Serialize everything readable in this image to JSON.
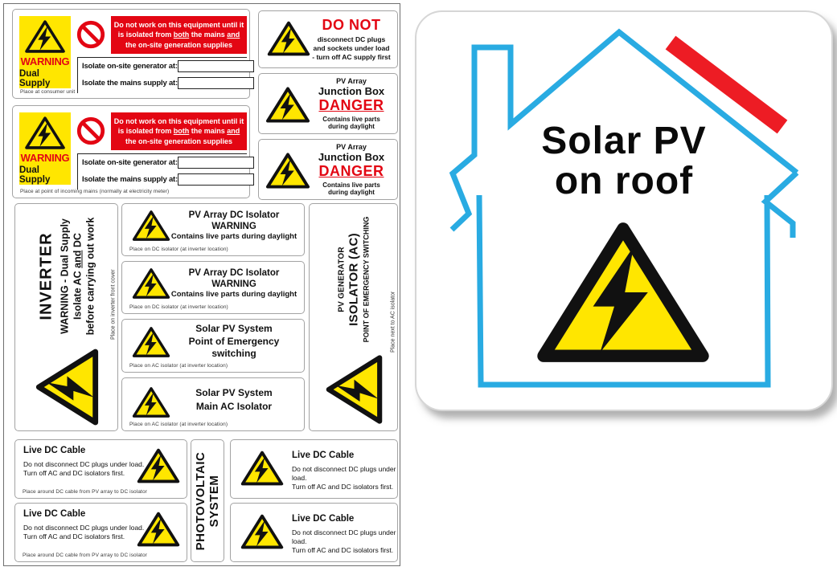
{
  "colors": {
    "red": "#e30613",
    "stripe_red": "#ed1c24",
    "yellow": "#ffe600",
    "blue": "#29abe2",
    "black": "#111111"
  },
  "icons": {
    "hazard": "hazard-triangle",
    "prohibition": "no-entry"
  },
  "sheet": {
    "dual_supply": {
      "warning": "WARNING",
      "title": "Dual Supply",
      "notice": {
        "pre": "Do not work on this equipment until it is isolated from ",
        "u1": "both",
        "mid": " the mains ",
        "u2": "and",
        "post": " the on-site generation supplies"
      },
      "row1": "Isolate on-site generator at:",
      "row2": "Isolate the mains supply at:",
      "place1": "Place at consumer unit",
      "place2": "Place at point of incoming mains (normally at electricity meter)"
    },
    "do_not": {
      "title": "DO NOT",
      "line1": "disconnect DC plugs",
      "line2": "and sockets under load",
      "line3": "- turn off AC supply first"
    },
    "junction": {
      "line1": "PV Array",
      "line2": "Junction Box",
      "danger": "DANGER",
      "line3": "Contains live parts",
      "line4": "during daylight"
    },
    "inverter": {
      "title": "INVERTER",
      "line1": "WARNING - Dual Supply",
      "line2_pre": "Isolate AC ",
      "line2_u": "and",
      "line2_post": " DC",
      "line3": "before carrying out work",
      "place": "Place on inverter front cover"
    },
    "dc_isolator": {
      "line1": "PV Array DC Isolator",
      "line2": "WARNING",
      "line3": "Contains live parts during daylight",
      "place": "Place on DC isolator (at inverter location)"
    },
    "emergency": {
      "line1": "Solar PV System",
      "line2": "Point of Emergency",
      "line3": "switching",
      "place": "Place on AC isolator (at inverter location)"
    },
    "main_ac": {
      "line1": "Solar PV System",
      "line2": "Main AC Isolator",
      "place": "Place on AC isolator (at inverter location)"
    },
    "pv_generator": {
      "line1": "PV GENERATOR",
      "line2": "ISOLATOR (AC)",
      "line3": "POINT OF EMERGENCY SWITCHING",
      "place": "Place next to AC isolator"
    },
    "live_dc": {
      "title": "Live DC Cable",
      "line1": "Do not disconnect DC plugs under load.",
      "line2": "Turn off AC and DC isolators first.",
      "place": "Place around DC cable from PV array to DC isolator"
    },
    "photovoltaic": {
      "line1": "PHOTOVOLTAIC",
      "line2": "SYSTEM"
    }
  },
  "sign": {
    "line1": "Solar PV",
    "line2": "on roof"
  }
}
